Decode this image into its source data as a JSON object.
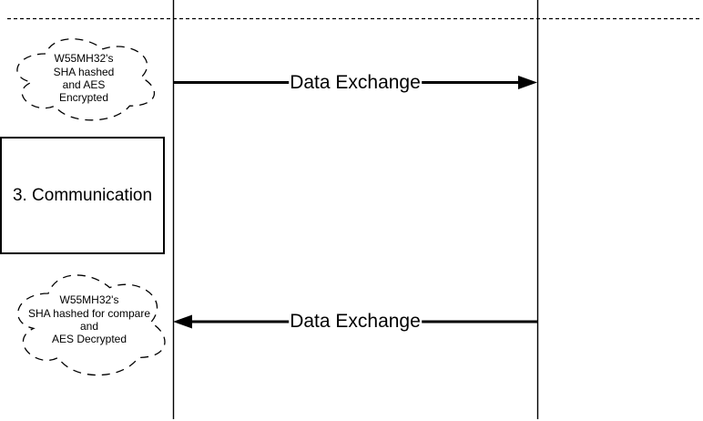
{
  "diagram": {
    "kind": "sequence-diagram",
    "colors": {
      "stroke": "#000000",
      "background": "#ffffff"
    },
    "step_box": {
      "label": "3. Communication"
    },
    "clouds": [
      {
        "name": "encrypted-data-cloud",
        "lines": [
          "W55MH32's",
          "SHA hashed",
          "and AES",
          "Encrypted"
        ]
      },
      {
        "name": "decrypted-data-cloud",
        "lines": [
          "W55MH32's",
          "SHA hashed for compare",
          "and",
          "AES Decrypted"
        ]
      }
    ],
    "messages": [
      {
        "label": "Data Exchange",
        "direction": "left-to-right"
      },
      {
        "label": "Data Exchange",
        "direction": "right-to-left"
      }
    ]
  }
}
